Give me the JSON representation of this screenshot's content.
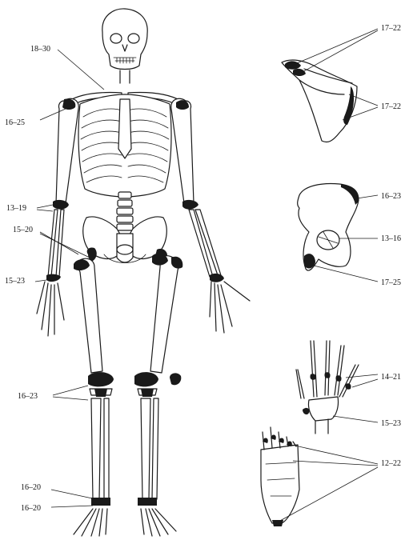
{
  "figure": {
    "labels": {
      "clavicle": "18–30",
      "humerus_head": "16–25",
      "elbow": "13–19",
      "hip": "15–20",
      "wrist": "15–23",
      "knee": "16–23",
      "ankle_upper": "16–20",
      "ankle_lower": "16–20",
      "scapula_acromion": "17–22",
      "scapula_border": "17–22",
      "pelvis_crest": "16–23",
      "pelvis_acetabulum": "13–16",
      "pelvis_ischium": "17–25",
      "hand_phalanges": "14–21",
      "hand_wrist": "15–23",
      "foot": "12–22"
    },
    "ink_color": "#1a1a1a"
  }
}
